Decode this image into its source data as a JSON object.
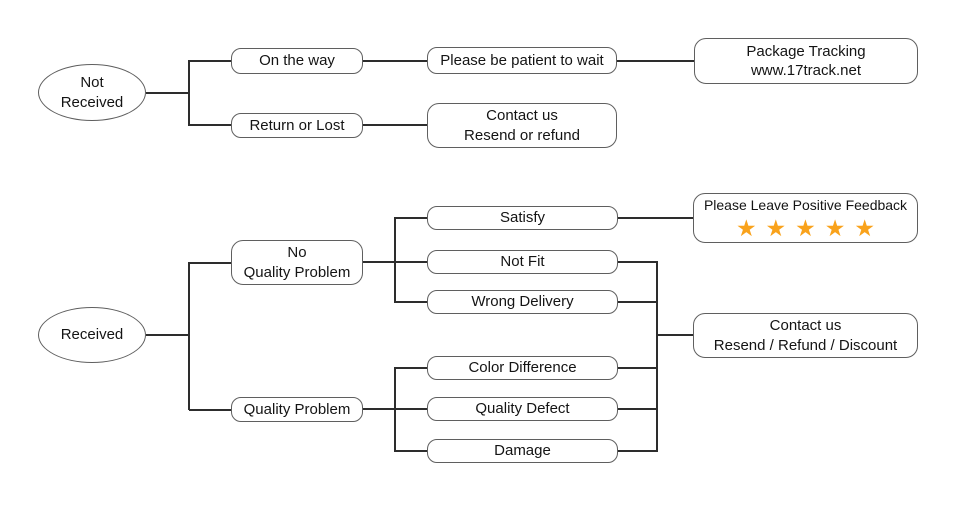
{
  "colors": {
    "star": "#F9A21B",
    "line": "#2d2d2d",
    "box_border": "#5f5f5f",
    "text": "#141414"
  },
  "nodes": {
    "not_received": {
      "line1": "Not",
      "line2": "Received"
    },
    "received": {
      "label": "Received"
    },
    "on_the_way": {
      "label": "On the way"
    },
    "return_or_lost": {
      "label": "Return or Lost"
    },
    "please_wait": {
      "label": "Please be patient to wait"
    },
    "package_tracking": {
      "line1": "Package Tracking",
      "line2": "www.17track.net"
    },
    "contact_resend_refund": {
      "line1": "Contact us",
      "line2": "Resend or refund"
    },
    "no_quality_problem": {
      "line1": "No",
      "line2": "Quality Problem"
    },
    "quality_problem": {
      "label": "Quality Problem"
    },
    "satisfy": {
      "label": "Satisfy"
    },
    "not_fit": {
      "label": "Not Fit"
    },
    "wrong_delivery": {
      "label": "Wrong Delivery"
    },
    "color_difference": {
      "label": "Color Difference"
    },
    "quality_defect": {
      "label": "Quality Defect"
    },
    "damage": {
      "label": "Damage"
    },
    "positive_feedback": {
      "label": "Please Leave Positive Feedback",
      "stars": "★★★★★"
    },
    "contact_discount": {
      "line1": "Contact us",
      "line2": "Resend / Refund / Discount"
    }
  }
}
